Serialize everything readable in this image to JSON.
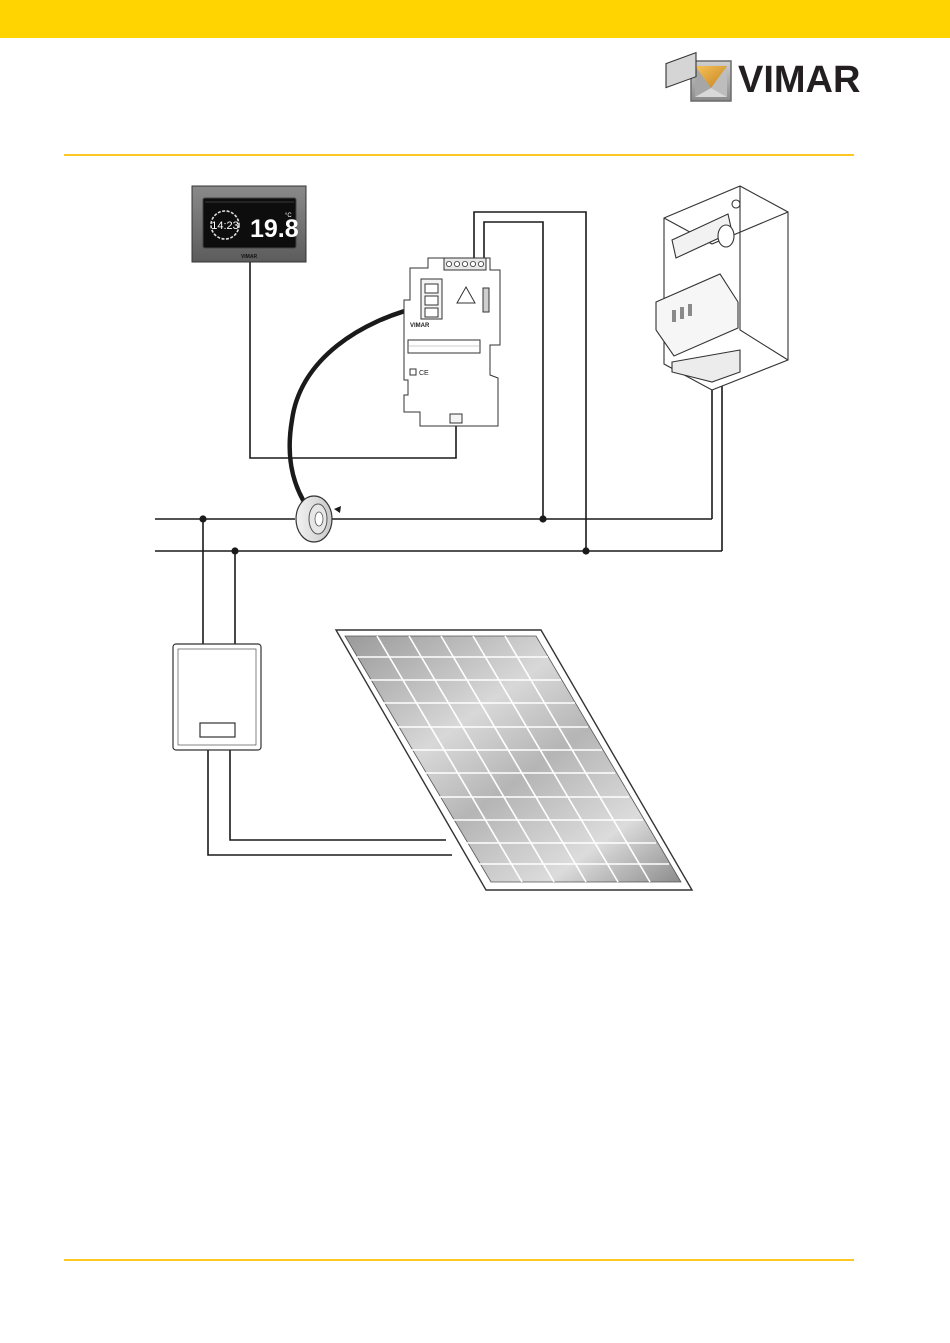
{
  "colors": {
    "accent": "#ffd400",
    "rule": "#ffc820",
    "line": "#1a1a1a"
  },
  "brand": {
    "name": "VIMAR"
  },
  "thermostat": {
    "time": "14:23",
    "temperature": "19.8",
    "unit": "°C",
    "brand": "VIMAR"
  },
  "gateway": {
    "brand": "VIMAR",
    "marking": "CE"
  }
}
